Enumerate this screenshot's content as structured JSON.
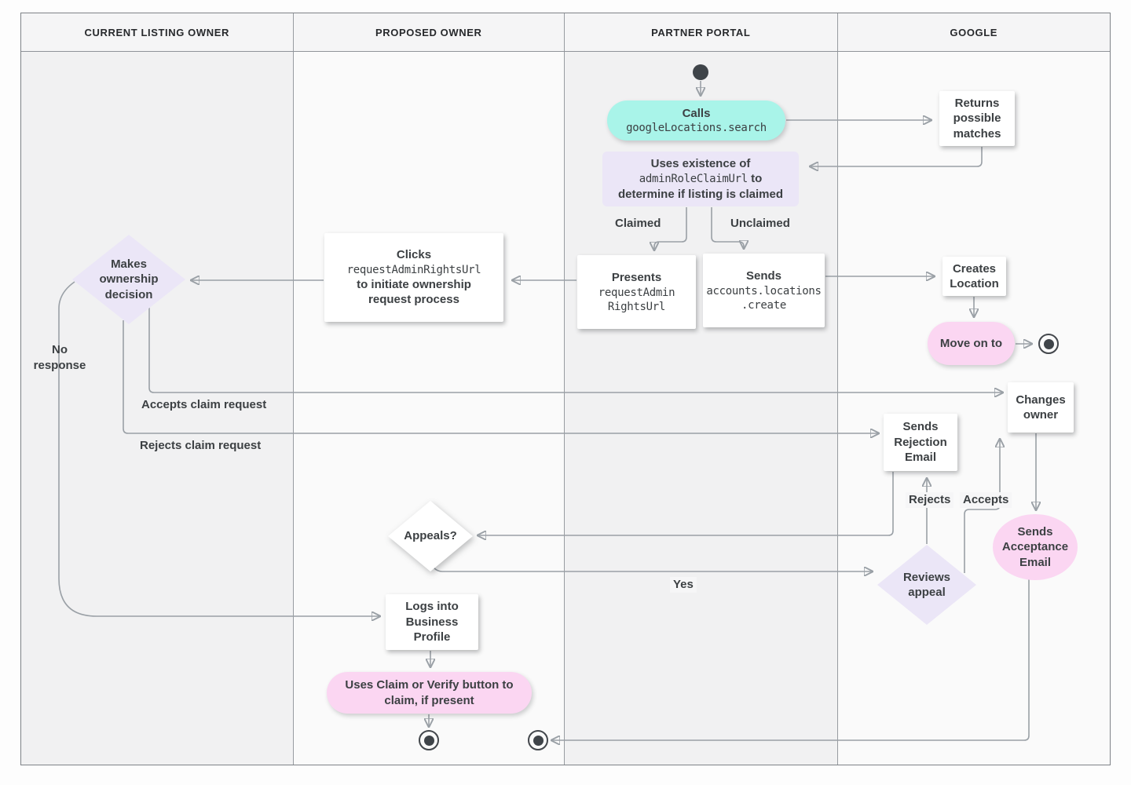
{
  "diagram": {
    "lanes": [
      {
        "title": "CURRENT LISTING OWNER"
      },
      {
        "title": "PROPOSED OWNER"
      },
      {
        "title": "PARTNER PORTAL"
      },
      {
        "title": "GOOGLE"
      }
    ],
    "nodes": {
      "calls": {
        "title": "Calls",
        "code": "googleLocations.search"
      },
      "returns_matches": {
        "label": "Returns possible matches"
      },
      "uses_existence": {
        "line1": "Uses existence of",
        "code": "adminRoleClaimUrl",
        "line2_tail": "to",
        "line3": "determine if listing is claimed"
      },
      "presents": {
        "title": "Presents",
        "code_line1": "requestAdmin",
        "code_line2": "RightsUrl"
      },
      "sends_create": {
        "title": "Sends",
        "code_line1": "accounts.locations",
        "code_line2": ".create"
      },
      "creates_location": {
        "label": "Creates Location"
      },
      "move_on": {
        "label": "Move on to"
      },
      "clicks": {
        "title": "Clicks",
        "code": "requestAdminRightsUrl",
        "rest": "to initiate ownership request process"
      },
      "makes_decision": {
        "label": "Makes ownership decision"
      },
      "changes_owner": {
        "label": "Changes owner"
      },
      "sends_rejection": {
        "label": "Sends Rejection Email"
      },
      "sends_acceptance": {
        "label": "Sends Acceptance Email"
      },
      "appeals": {
        "label": "Appeals?"
      },
      "reviews_appeal": {
        "label": "Reviews appeal"
      },
      "logs_in": {
        "label": "Logs into Business Profile"
      },
      "claim_verify": {
        "label": "Uses Claim or Verify button to claim, if present"
      }
    },
    "edge_labels": {
      "claimed": "Claimed",
      "unclaimed": "Unclaimed",
      "no_response": "No response",
      "accepts_claim": "Accepts claim request",
      "rejects_claim": "Rejects claim request",
      "rejects": "Rejects",
      "accepts": "Accepts",
      "yes": "Yes"
    },
    "colors": {
      "teal": "#a9f4e9",
      "lavender": "#ebe6f7",
      "pink": "#fbd6f2",
      "node_text": "#3c4043",
      "line": "#9aa0a6",
      "arrow": "#75797e"
    }
  }
}
